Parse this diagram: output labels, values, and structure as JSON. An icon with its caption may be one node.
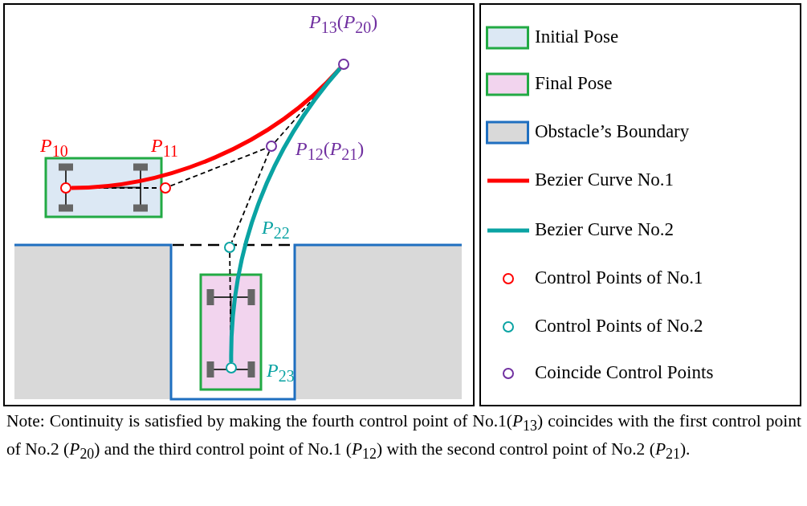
{
  "diagram": {
    "caption": "Note: Continuity is satisfied by making the fourth control point of No.1(*P*$_{13}$) coincides with the first control point of No.2 (*P*$_{20}$) and the third control point of No.1 (*P*$_{12}$) with the second control point of No.2 (*P*$_{21}$).",
    "nodes": [
      {
        "text": [
          "*P*$_{10}$"
        ]
      },
      {
        "text": [
          "*P*$_{11}$"
        ]
      },
      {
        "text": [
          "*P*$_{12}$(*P*$_{21}$)"
        ]
      },
      {
        "text": [
          "*P*$_{13}$(*P*$_{20}$)"
        ]
      },
      {
        "text": [
          "*P*$_{22}$"
        ]
      },
      {
        "text": [
          "*P*$_{23}$"
        ]
      }
    ],
    "edges": [
      {
        "from": 0,
        "to": 1,
        "arrow": "none",
        "style": "dashed"
      },
      {
        "from": 1,
        "to": 2,
        "arrow": "none",
        "style": "dashed"
      },
      {
        "from": 2,
        "to": 3,
        "arrow": "none",
        "style": "dashed"
      },
      {
        "from": 2,
        "to": 4,
        "arrow": "none",
        "style": "dashed"
      },
      {
        "from": 4,
        "to": 5,
        "arrow": "none",
        "style": "dashed"
      },
      {
        "from": 0,
        "to": 3,
        "arrow": "none",
        "style": "thick",
        "color": "#ff0000"
      },
      {
        "from": 3,
        "to": 5,
        "arrow": "none",
        "style": "thick",
        "color": "#0aa3a3"
      }
    ],
    "legend": [
      {
        "text": "Initial Pose",
        "color": "#dce8f4"
      },
      {
        "text": "Final Pose",
        "color": "#f2d4ee"
      },
      {
        "text": "Obstacle’s Boundary",
        "color": "#d9d9d9"
      },
      {
        "text": "Bezier Curve No.1"
      },
      {
        "text": "Bezier Curve No.2"
      },
      {
        "text": "Control Points of No.1"
      },
      {
        "text": "Control Points of No.2"
      },
      {
        "text": "Coincide Control Points"
      }
    ]
  }
}
